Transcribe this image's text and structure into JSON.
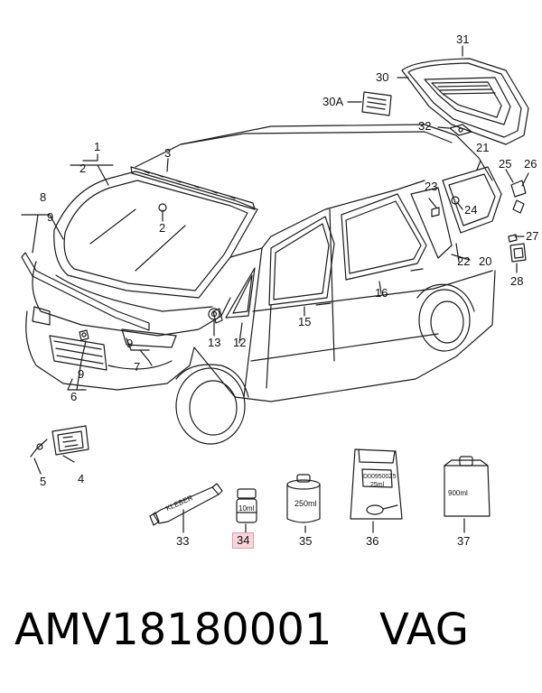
{
  "callouts": [
    {
      "id": "1",
      "label": "1"
    },
    {
      "id": "2a",
      "label": "2"
    },
    {
      "id": "2b",
      "label": "2"
    },
    {
      "id": "3",
      "label": "3"
    },
    {
      "id": "4",
      "label": "4"
    },
    {
      "id": "5",
      "label": "5"
    },
    {
      "id": "6",
      "label": "6"
    },
    {
      "id": "7",
      "label": "7"
    },
    {
      "id": "8",
      "label": "8"
    },
    {
      "id": "9a",
      "label": "9"
    },
    {
      "id": "9b",
      "label": "9"
    },
    {
      "id": "9c",
      "label": "9"
    },
    {
      "id": "12",
      "label": "12"
    },
    {
      "id": "13",
      "label": "13"
    },
    {
      "id": "15",
      "label": "15"
    },
    {
      "id": "16",
      "label": "16"
    },
    {
      "id": "20",
      "label": "20"
    },
    {
      "id": "21",
      "label": "21"
    },
    {
      "id": "22",
      "label": "22"
    },
    {
      "id": "23",
      "label": "23"
    },
    {
      "id": "24",
      "label": "24"
    },
    {
      "id": "25",
      "label": "25"
    },
    {
      "id": "26",
      "label": "26"
    },
    {
      "id": "27",
      "label": "27"
    },
    {
      "id": "28",
      "label": "28"
    },
    {
      "id": "30",
      "label": "30"
    },
    {
      "id": "30A",
      "label": "30A"
    },
    {
      "id": "31",
      "label": "31"
    },
    {
      "id": "32",
      "label": "32"
    },
    {
      "id": "33",
      "label": "33"
    },
    {
      "id": "34",
      "label": "34",
      "highlighted": true
    },
    {
      "id": "35",
      "label": "35"
    },
    {
      "id": "36",
      "label": "36"
    },
    {
      "id": "37",
      "label": "37"
    }
  ],
  "product_labels": {
    "tube": "KLEBER",
    "bottle_small": "10ml",
    "can": "250ml",
    "pouch_line1": "D009500Z5",
    "pouch_line2": "25ml",
    "jug": "900ml"
  },
  "footer": {
    "part_number": "AMV18180001",
    "brand": "VAG"
  },
  "colors": {
    "line": "#1a1a1a",
    "highlight_fill": "#f7d7dc",
    "highlight_border": "#e79aa6"
  }
}
